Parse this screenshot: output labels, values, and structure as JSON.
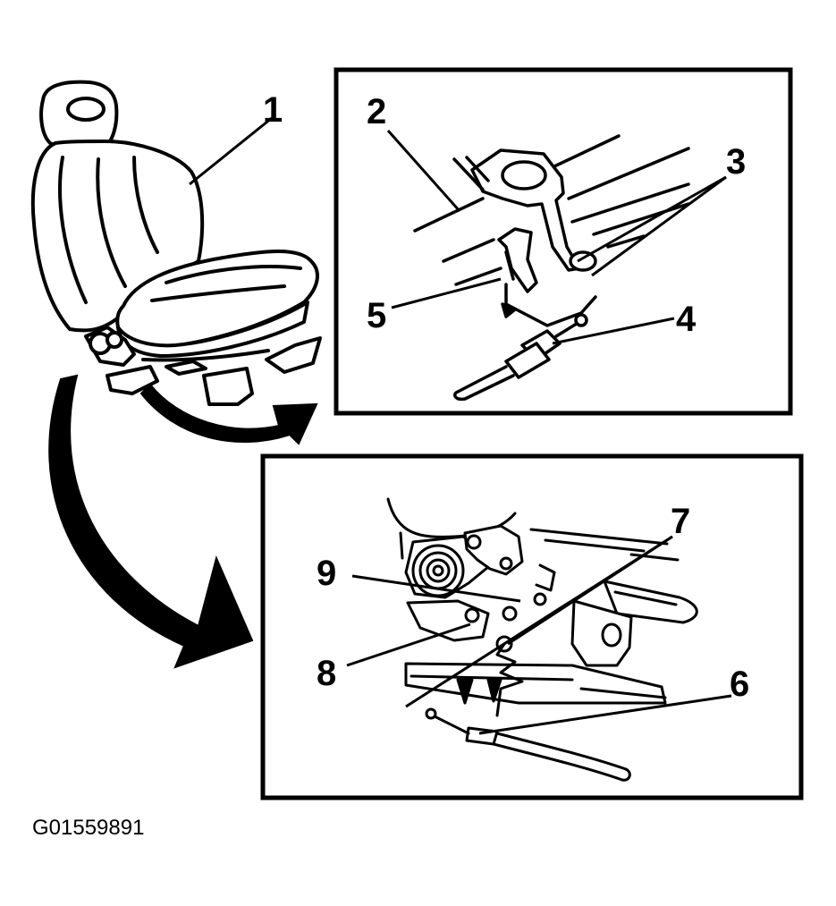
{
  "figure_id": "G01559891",
  "callouts": {
    "c1": "1",
    "c2": "2",
    "c3": "3",
    "c4": "4",
    "c5": "5",
    "c6": "6",
    "c7": "7",
    "c8": "8",
    "c9": "9"
  },
  "colors": {
    "ink": "#000000",
    "paper": "#ffffff"
  }
}
